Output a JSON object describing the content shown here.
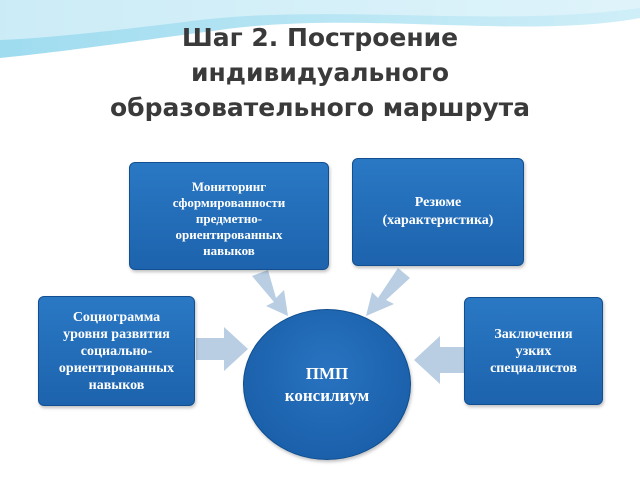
{
  "title": {
    "lines": [
      "Шаг 2. Построение",
      "индивидуального",
      "образовательного маршрута"
    ]
  },
  "boxes": {
    "monitoring": {
      "lines": [
        "Мониторинг",
        "сформированности",
        "предметно-",
        "ориентированных",
        "навыков"
      ]
    },
    "resume": {
      "lines": [
        "Резюме",
        "(характеристика)"
      ]
    },
    "sociogram": {
      "lines": [
        "Социограмма",
        "уровня развития",
        "социально-",
        "ориентированных",
        "навыков"
      ]
    },
    "conclusions": {
      "lines": [
        "Заключения",
        "узких",
        "специалистов"
      ]
    }
  },
  "center": {
    "lines": [
      "ПМП",
      "консилиум"
    ]
  },
  "colors": {
    "box_fill": "#1f67b1",
    "arrow_fill": "#b9cde3",
    "title_text": "#3a3a3a"
  }
}
